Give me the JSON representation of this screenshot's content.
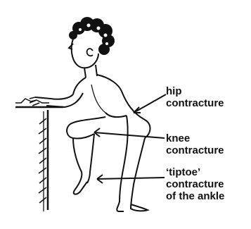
{
  "labels": {
    "hip": [
      "hip",
      "contracture"
    ],
    "knee": [
      "knee",
      "contracture"
    ],
    "ankle": [
      "‘tiptoe’",
      "contracture",
      "of the ankle"
    ]
  },
  "colors": {
    "ink": "#111111",
    "background": "#ffffff"
  }
}
